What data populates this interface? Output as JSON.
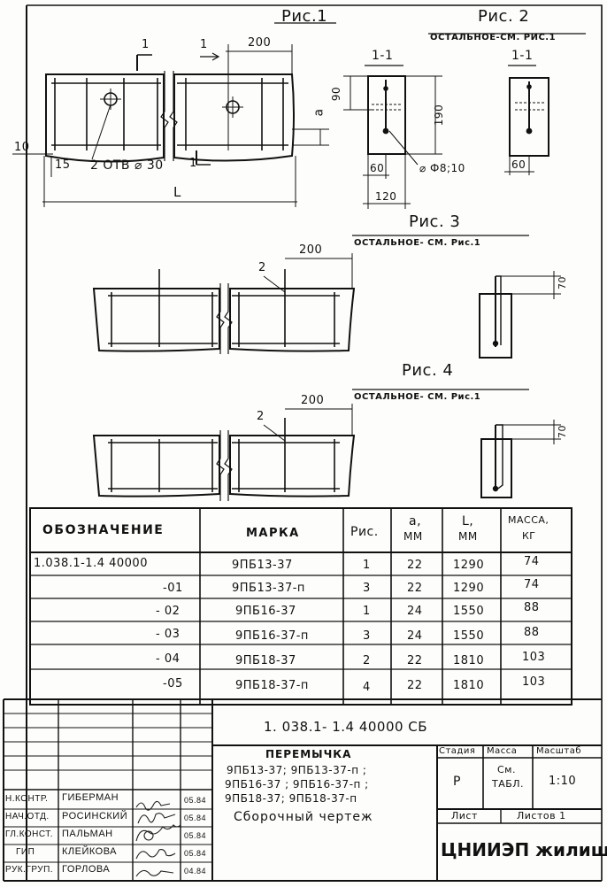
{
  "figures": {
    "fig1": {
      "title": "Рис.1",
      "section_mark": "1",
      "dim_200": "200",
      "dim_10": "10",
      "dim_15": "15",
      "holes_label": "2 ОТВ ⌀ 30",
      "length_label": "L"
    },
    "fig2": {
      "title": "Рис. 2",
      "note": "ОСТАЛЬНОЕ-СМ. РИС.1",
      "section_left": "1-1",
      "section_right": "1-1",
      "dim_90": "90",
      "dim_a": "a",
      "dim_190": "190",
      "dim_60_left": "60",
      "dim_120": "120",
      "dim_60_right": "60",
      "rebar_label": "⌀ Ф8;10"
    },
    "fig3": {
      "title": "Рис. 3",
      "note": "ОСТАЛЬНОЕ- СМ. Рис.1",
      "dim_200": "200",
      "pos": "2",
      "dim_70": "70"
    },
    "fig4": {
      "title": "Рис. 4",
      "note": "ОСТАЛЬНОЕ- СМ. Рис.1",
      "dim_200": "200",
      "pos": "2",
      "dim_70": "70"
    }
  },
  "spec_table": {
    "headers": {
      "designation": "ОБОЗНАЧЕНИЕ",
      "mark": "МАРКА",
      "fig": "Рис.",
      "a_top": "a,",
      "a_unit": "ММ",
      "l_top": "L,",
      "l_unit": "ММ",
      "mass_top": "МАССА,",
      "mass_unit": "КГ"
    },
    "rows": [
      {
        "designation": "1.038.1-1.4  40000",
        "mark": "9ПБ13-37",
        "fig": "1",
        "a": "22",
        "l": "1290",
        "mass": "74"
      },
      {
        "designation": "-01",
        "mark": "9ПБ13-37-п",
        "fig": "3",
        "a": "22",
        "l": "1290",
        "mass": "74"
      },
      {
        "designation": "- 02",
        "mark": "9ПБ16-37",
        "fig": "1",
        "a": "24",
        "l": "1550",
        "mass": "88"
      },
      {
        "designation": "- 03",
        "mark": "9ПБ16-37-п",
        "fig": "3",
        "a": "24",
        "l": "1550",
        "mass": "88"
      },
      {
        "designation": "- 04",
        "mark": "9ПБ18-37",
        "fig": "2",
        "a": "22",
        "l": "1810",
        "mass": "103"
      },
      {
        "designation": "-05",
        "mark": "9ПБ18-37-п",
        "fig": "4",
        "a": "22",
        "l": "1810",
        "mass": "103"
      }
    ]
  },
  "title_block": {
    "doc_code": "1. 038.1- 1.4  40000 СБ",
    "product_name": "ПЕРЕМЫЧКА",
    "marks_line1": "9ПБ13-37;  9ПБ13-37-п ;",
    "marks_line2": "9ПБ16-37 ;  9ПБ16-37-п ;",
    "marks_line3": "9ПБ18-37;  9ПБ18-37-п",
    "doc_type": "Сборочный  чертеж",
    "stage_header": "Стадия",
    "mass_header": "Масса",
    "scale_header": "Масштаб",
    "stage_value": "Р",
    "mass_value_1": "См.",
    "mass_value_2": "ТАБЛ.",
    "scale_value": "1:10",
    "sheet_label": "Лист",
    "sheets_label": "Листов 1",
    "organization": "ЦНИИЭП жилища",
    "signatures": [
      {
        "role": "Н.КОНТР.",
        "name": "ГИБЕРМАН",
        "date": "05.84"
      },
      {
        "role": "НАЧ.ОТД.",
        "name": "РОСИНСКИЙ",
        "date": "05.84"
      },
      {
        "role": "ГЛ.КОНСТ.",
        "name": "ПАЛЬМАН",
        "date": "05.84"
      },
      {
        "role": "ГИП",
        "name": "КЛЕЙКОВА",
        "date": "05.84"
      },
      {
        "role": "РУК.ГРУП.",
        "name": "ГОРЛОВА",
        "date": "04.84"
      }
    ]
  }
}
